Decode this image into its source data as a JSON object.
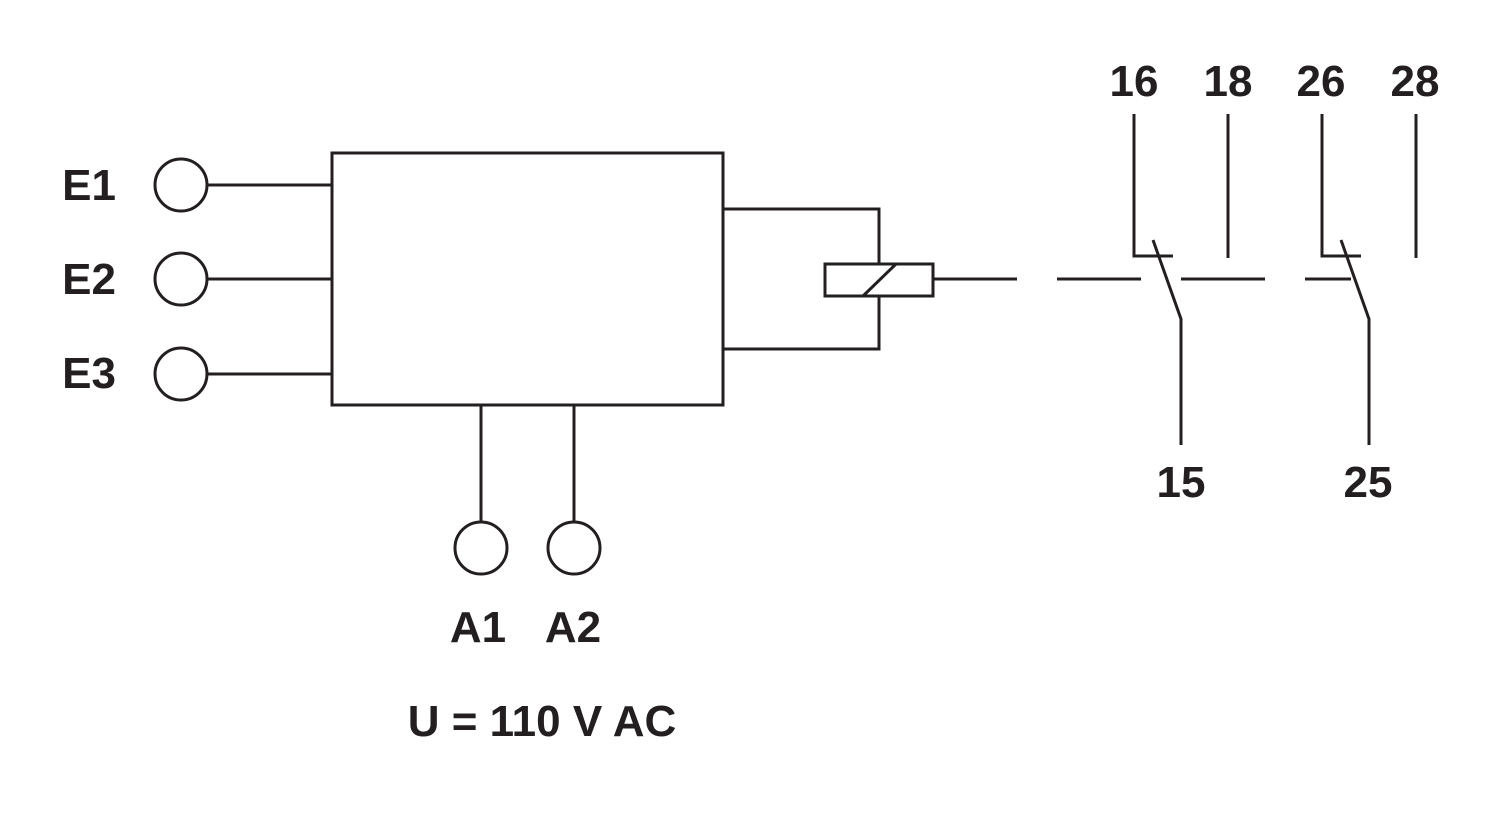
{
  "inputs": {
    "e1": "E1",
    "e2": "E2",
    "e3": "E3"
  },
  "supply": {
    "a1": "A1",
    "a2": "A2",
    "voltage": "U = 110 V AC"
  },
  "contacts": {
    "c16": "16",
    "c18": "18",
    "c26": "26",
    "c28": "28",
    "c15": "15",
    "c25": "25"
  },
  "colors": {
    "line": "#231f20",
    "background": "#ffffff"
  }
}
